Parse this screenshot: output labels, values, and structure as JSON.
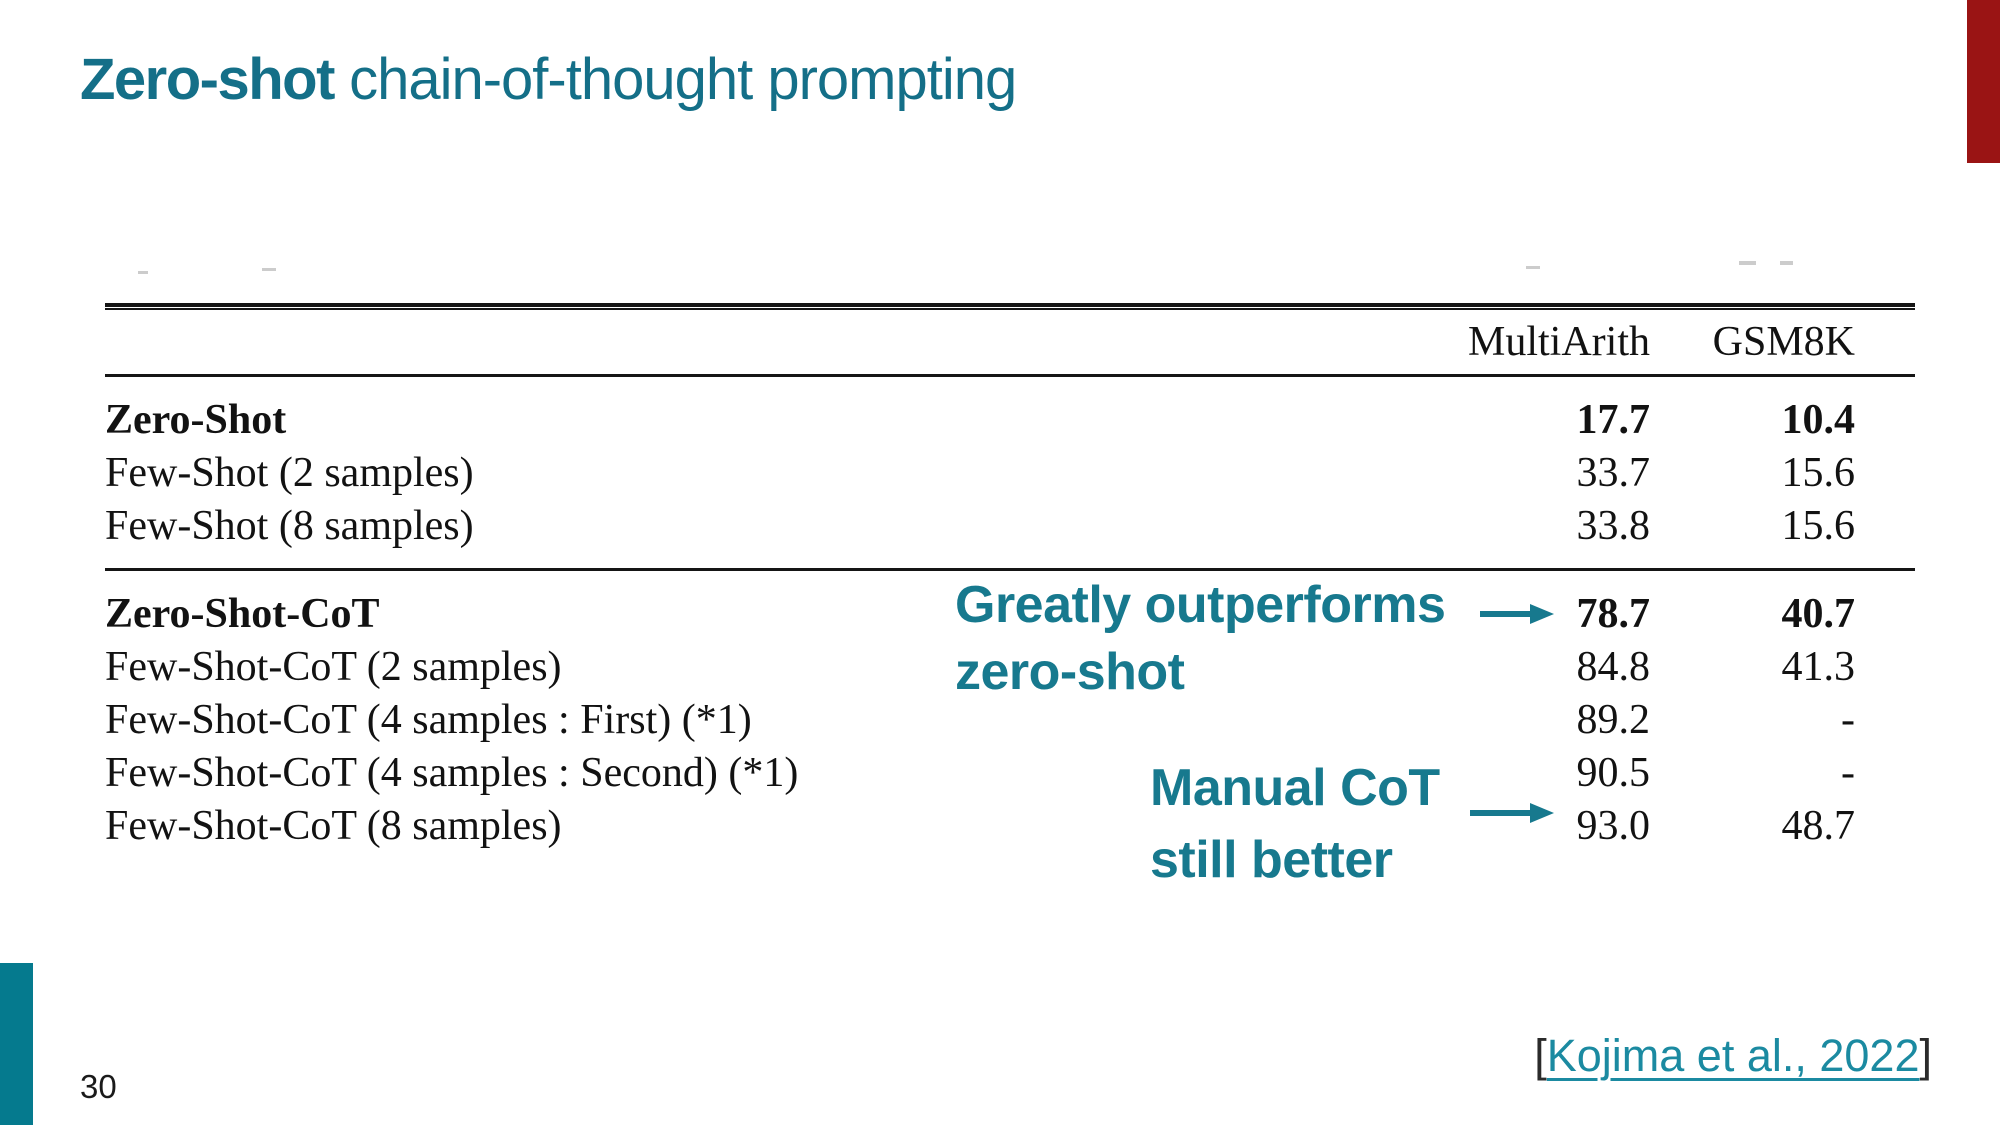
{
  "slide": {
    "title": {
      "bold": "Zero-shot",
      "rest": "chain-of-thought prompting"
    },
    "page_number": "30",
    "citation": {
      "open": "[",
      "link": "Kojima et al., 2022",
      "close": "]"
    }
  },
  "accents": {
    "title_teal": "#146f88",
    "callout_teal": "#17798e",
    "link_teal": "#1b8aa1",
    "corner_teal": "#057a8e",
    "corner_red": "#9a1414"
  },
  "annotations": [
    {
      "lines": [
        "Greatly outperforms",
        "zero-shot"
      ],
      "points_to": "78.7"
    },
    {
      "lines": [
        "Manual CoT",
        "still better"
      ],
      "points_to": "93.0"
    }
  ],
  "table": {
    "columns": [
      "",
      "MultiArith",
      "GSM8K"
    ],
    "groups": [
      {
        "rows": [
          {
            "label": "Zero-Shot",
            "bold": true,
            "multiarith": "17.7",
            "gsm8k": "10.4"
          },
          {
            "label": "Few-Shot (2 samples)",
            "bold": false,
            "multiarith": "33.7",
            "gsm8k": "15.6"
          },
          {
            "label": "Few-Shot (8 samples)",
            "bold": false,
            "multiarith": "33.8",
            "gsm8k": "15.6"
          }
        ]
      },
      {
        "rows": [
          {
            "label": "Zero-Shot-CoT",
            "bold": true,
            "multiarith": "78.7",
            "gsm8k": "40.7"
          },
          {
            "label": "Few-Shot-CoT (2 samples)",
            "bold": false,
            "multiarith": "84.8",
            "gsm8k": "41.3"
          },
          {
            "label": "Few-Shot-CoT (4 samples : First) (*1)",
            "bold": false,
            "multiarith": "89.2",
            "gsm8k": "-"
          },
          {
            "label": "Few-Shot-CoT (4 samples : Second) (*1)",
            "bold": false,
            "multiarith": "90.5",
            "gsm8k": "-"
          },
          {
            "label": "Few-Shot-CoT (8 samples)",
            "bold": false,
            "multiarith": "93.0",
            "gsm8k": "48.7"
          }
        ]
      }
    ]
  }
}
